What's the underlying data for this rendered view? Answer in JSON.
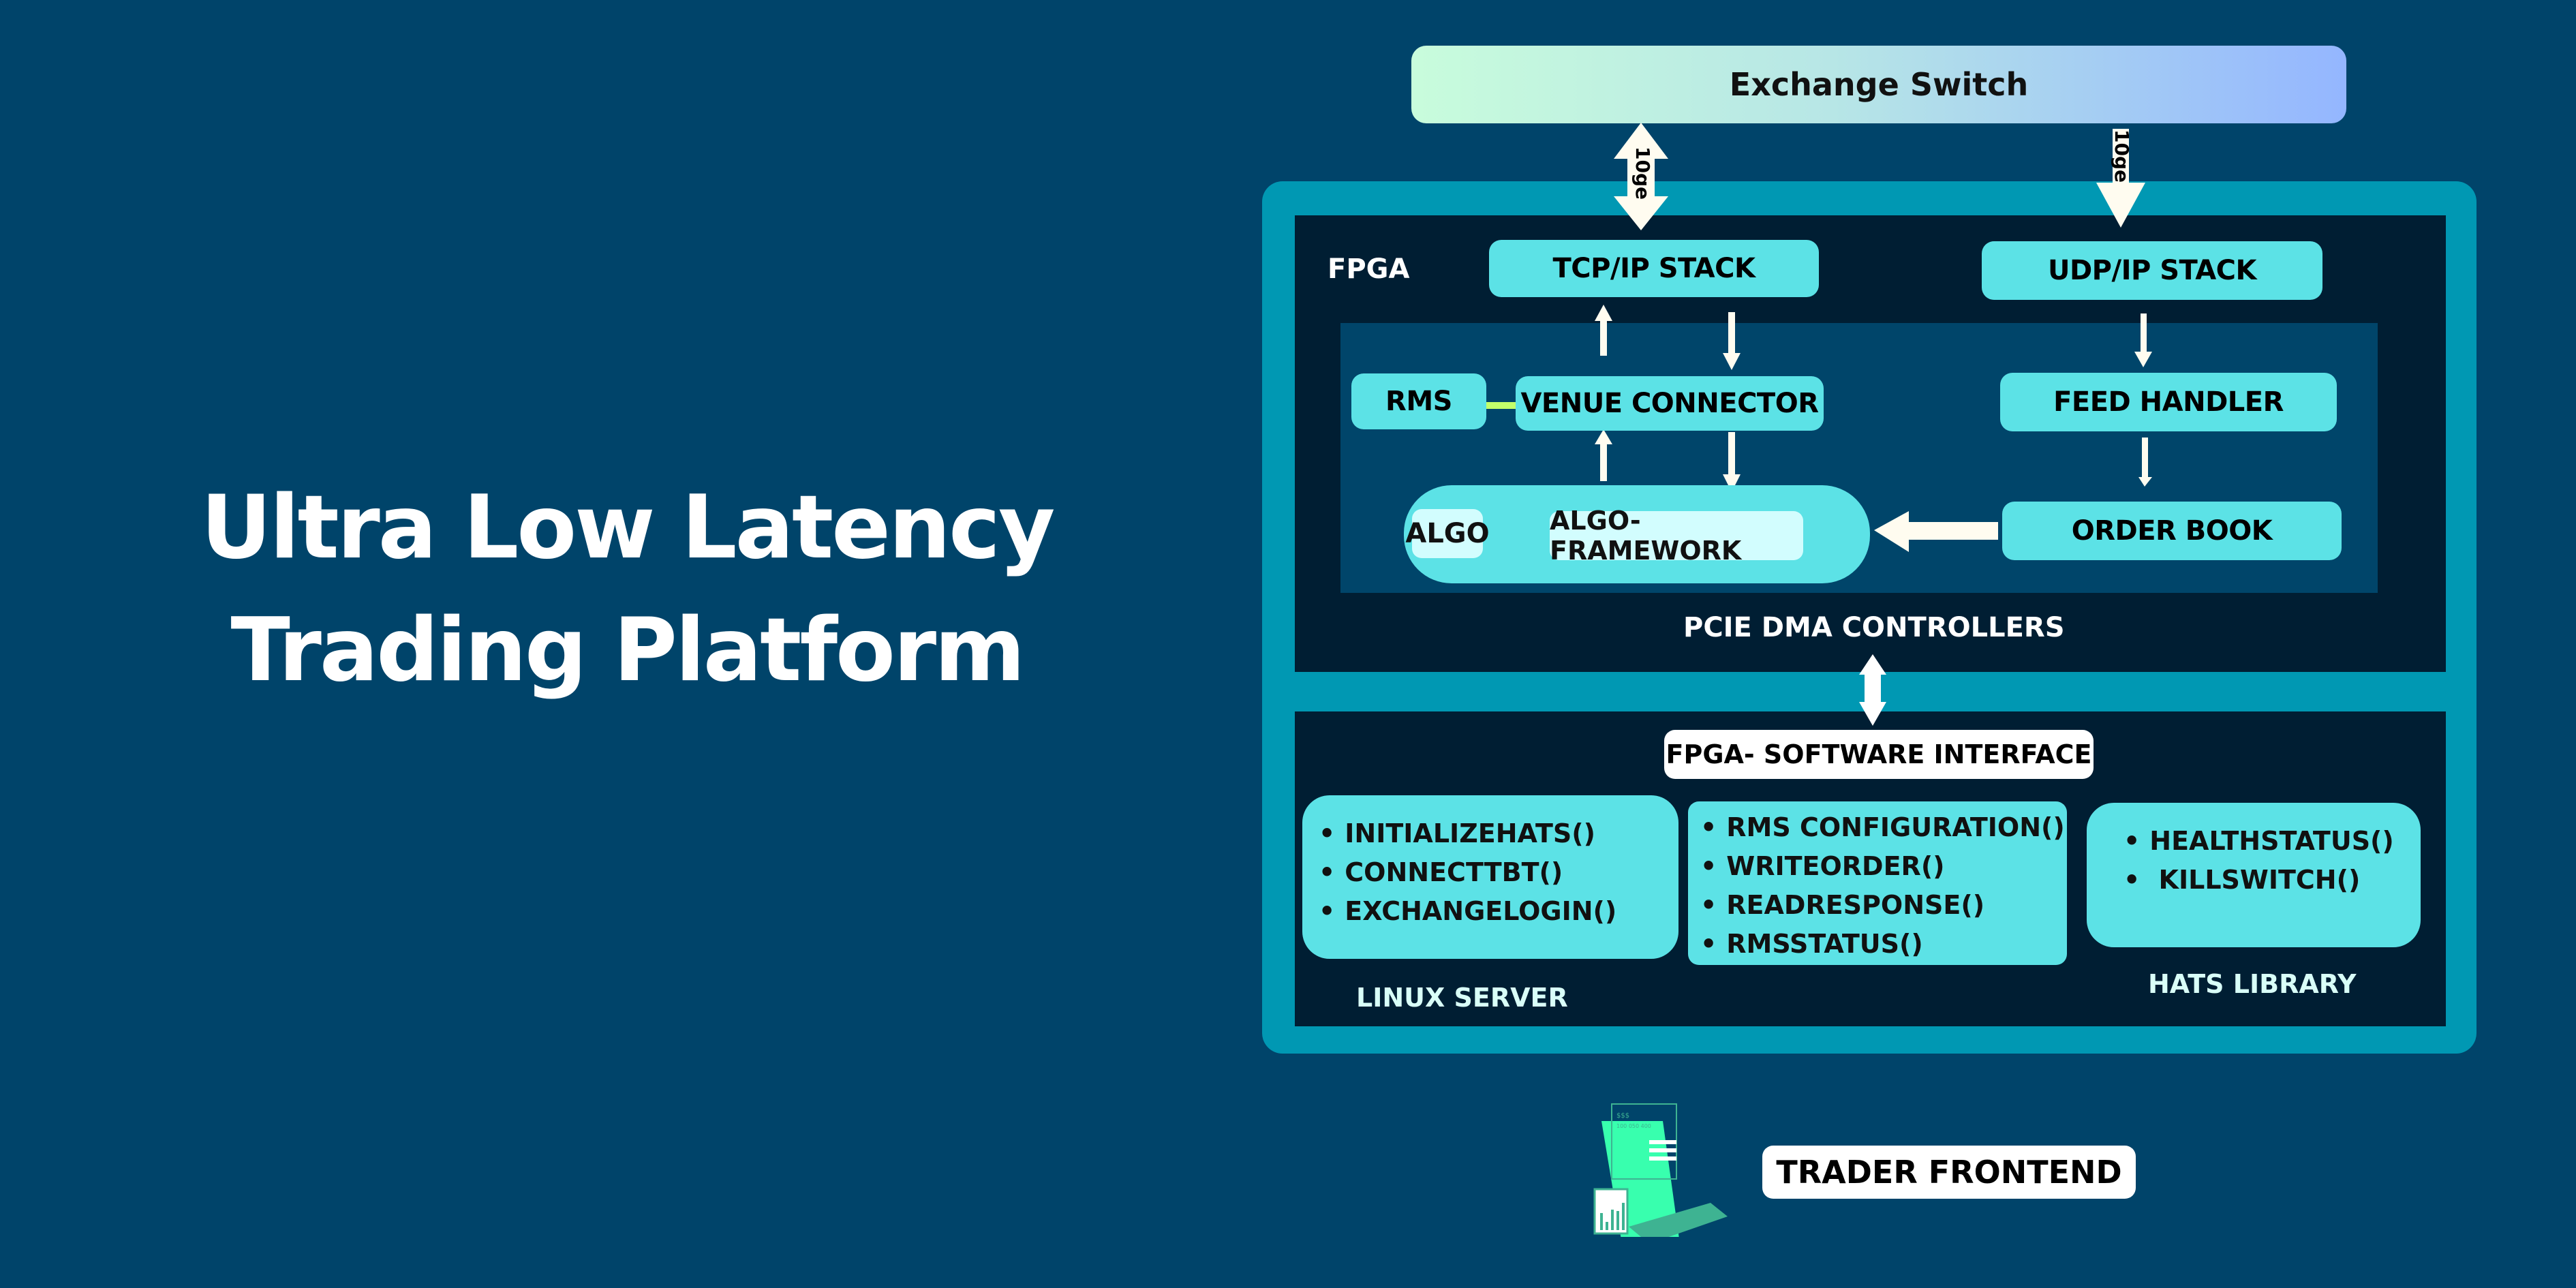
{
  "title": {
    "line1": "Ultra Low Latency",
    "line2": "Trading Platform"
  },
  "exchange_switch": {
    "label": "Exchange Switch",
    "link_left_label": "10ge",
    "link_right_label": "10ge"
  },
  "fpga": {
    "label": "FPGA",
    "tcp_stack": "TCP/IP STACK",
    "udp_stack": "UDP/IP STACK",
    "rms": "RMS",
    "venue_connector": "VENUE CONNECTOR",
    "feed_handler": "FEED HANDLER",
    "algo": "ALGO",
    "algo_framework": "ALGO-FRAMEWORK",
    "order_book": "ORDER BOOK",
    "pcie": "PCIE DMA CONTROLLERS"
  },
  "software": {
    "interface_label": "FPGA- SOFTWARE INTERFACE",
    "linux_server": {
      "label": "LINUX SERVER",
      "items": [
        "INITIALIZEHATS()",
        "CONNECTTBT()",
        "EXCHANGELOGIN()"
      ]
    },
    "rms_functions": {
      "items": [
        "RMS CONFIGURATION()",
        "WRITEORDER()",
        "READRESPONSE()",
        "RMSSTATUS()"
      ]
    },
    "hats_library": {
      "label": "HATS LIBRARY",
      "items": [
        "HEALTHSTATUS()",
        " KILLSWITCH()"
      ]
    }
  },
  "frontend": {
    "label": "TRADER FRONTEND",
    "illustration_text": [
      "$$$",
      "100 050 400"
    ]
  },
  "colors": {
    "background": "#00446a",
    "frame": "#0098b3",
    "panel": "#001e33",
    "inner_panel": "#00456a",
    "box": "#5ce2e6",
    "connector": "#c3ff6a",
    "arrow": "#fffcf0"
  }
}
